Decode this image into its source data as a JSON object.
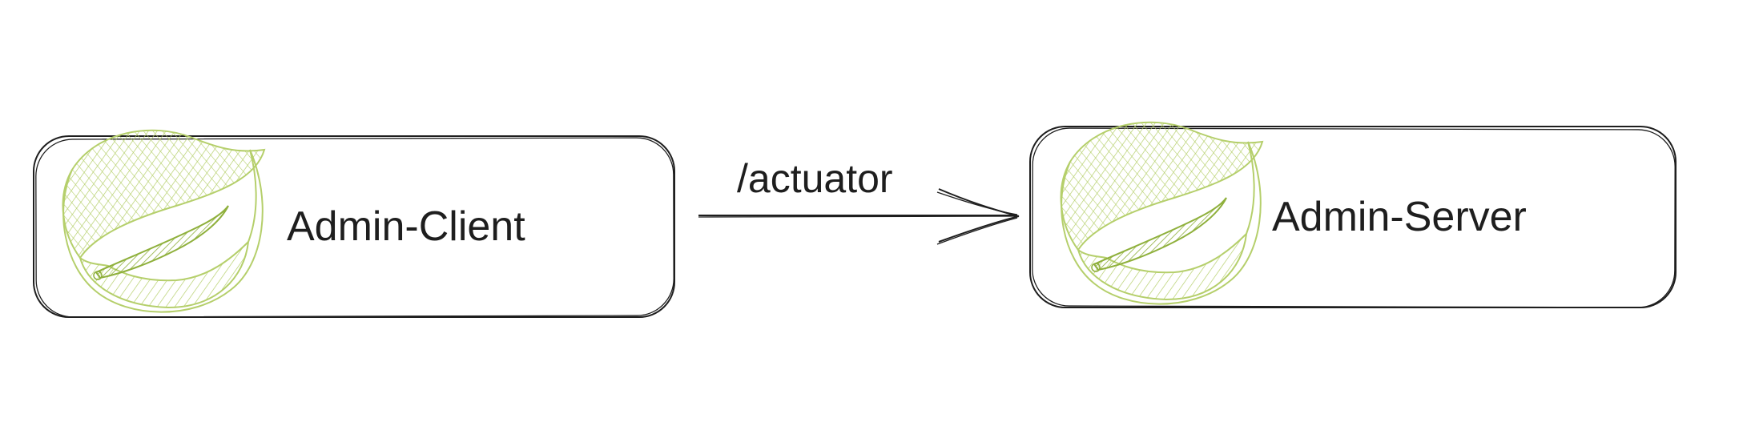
{
  "diagram": {
    "nodes": [
      {
        "id": "client",
        "label": "Admin-Client",
        "icon": "spring-leaf-icon"
      },
      {
        "id": "server",
        "label": "Admin-Server",
        "icon": "spring-leaf-icon"
      }
    ],
    "edges": [
      {
        "from": "client",
        "to": "server",
        "label": "/actuator"
      }
    ],
    "colors": {
      "stroke": "#1e1e1e",
      "leaf": "#b5cf6b",
      "leaf_dark": "#8fb03c",
      "background": "#ffffff"
    }
  }
}
